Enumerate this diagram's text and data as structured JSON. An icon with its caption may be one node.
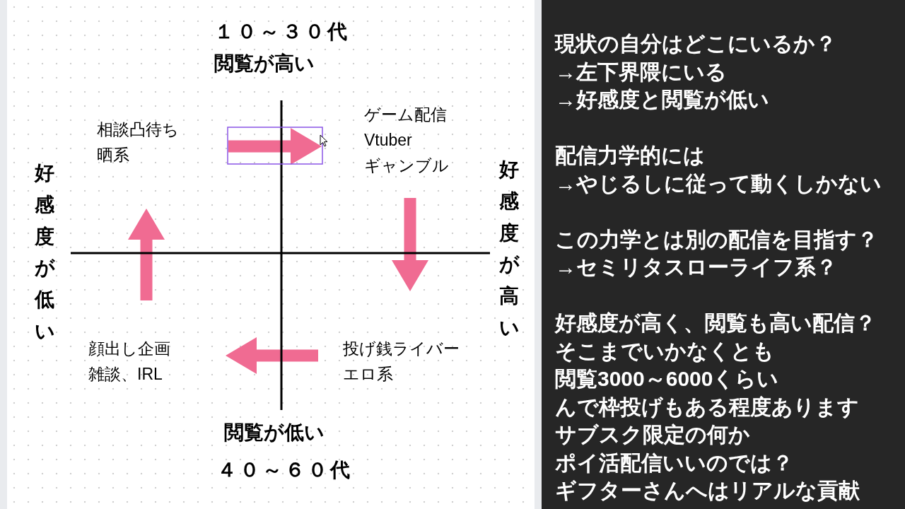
{
  "diagram": {
    "nodes": [
      {
        "text": [
          "相談凸待ち",
          "晒系"
        ]
      },
      {
        "text": [
          "ゲーム配信",
          "Vtuber",
          "ギャンブル"
        ]
      },
      {
        "text": [
          "投げ銭ライバー",
          "エロ系"
        ]
      },
      {
        "text": [
          "顔出し企画",
          "雑談、IRL"
        ]
      }
    ],
    "edges": [
      {
        "from": 0,
        "to": 1,
        "arrow": "to",
        "style": "thick"
      },
      {
        "from": 1,
        "to": 2,
        "arrow": "to",
        "style": "thick"
      },
      {
        "from": 2,
        "to": 3,
        "arrow": "to",
        "style": "thick"
      },
      {
        "from": 3,
        "to": 0,
        "arrow": "to",
        "style": "thick"
      }
    ],
    "labels": [
      "１０～３０代",
      "閲覧が高い",
      "好感度が低い",
      "好感度が高い",
      "閲覧が低い",
      "４０～６０代",
      "現状の自分はどこにいるか？",
      "→左下界隈にいる",
      "→好感度と閲覧が低い",
      "配信力学的には",
      "→やじるしに従って動くしかない",
      "この力学とは別の配信を目指す？",
      "→セミリタスローライフ系？",
      "好感度が高く、閲覧も高い配信？",
      "そこまでいかなくとも",
      "閲覧3000～6000くらい",
      "んで枠投げもある程度あります",
      "サブスク限定の何か",
      "ポイ活配信いいのでは？",
      "ギフターさんへはリアルな貢献"
    ]
  }
}
